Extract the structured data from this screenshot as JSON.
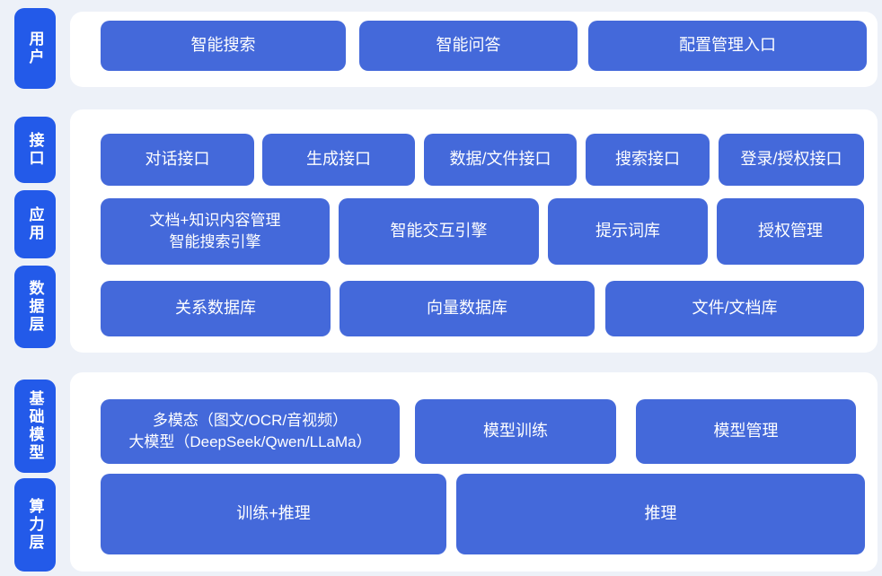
{
  "colors": {
    "background": "#edf1f8",
    "panel": "#ffffff",
    "label_blue": "#235ae9",
    "button_blue": "#4469da",
    "text": "#ffffff"
  },
  "labels": {
    "user": "用户",
    "interface": "接口",
    "application": "应用",
    "data": "数据层",
    "model": "基础模型",
    "compute": "算力层"
  },
  "rows": {
    "user": [
      "智能搜索",
      "智能问答",
      "配置管理入口"
    ],
    "interface": [
      "对话接口",
      "生成接口",
      "数据/文件接口",
      "搜索接口",
      "登录/授权接口"
    ],
    "application": [
      "文档+知识内容管理\n智能搜索引擎",
      "智能交互引擎",
      "提示词库",
      "授权管理"
    ],
    "data": [
      "关系数据库",
      "向量数据库",
      "文件/文档库"
    ],
    "model": [
      "多模态（图文/OCR/音视频）\n大模型（DeepSeek/Qwen/LLaMa）",
      "模型训练",
      "模型管理"
    ],
    "compute": [
      "训练+推理",
      "推理"
    ]
  }
}
